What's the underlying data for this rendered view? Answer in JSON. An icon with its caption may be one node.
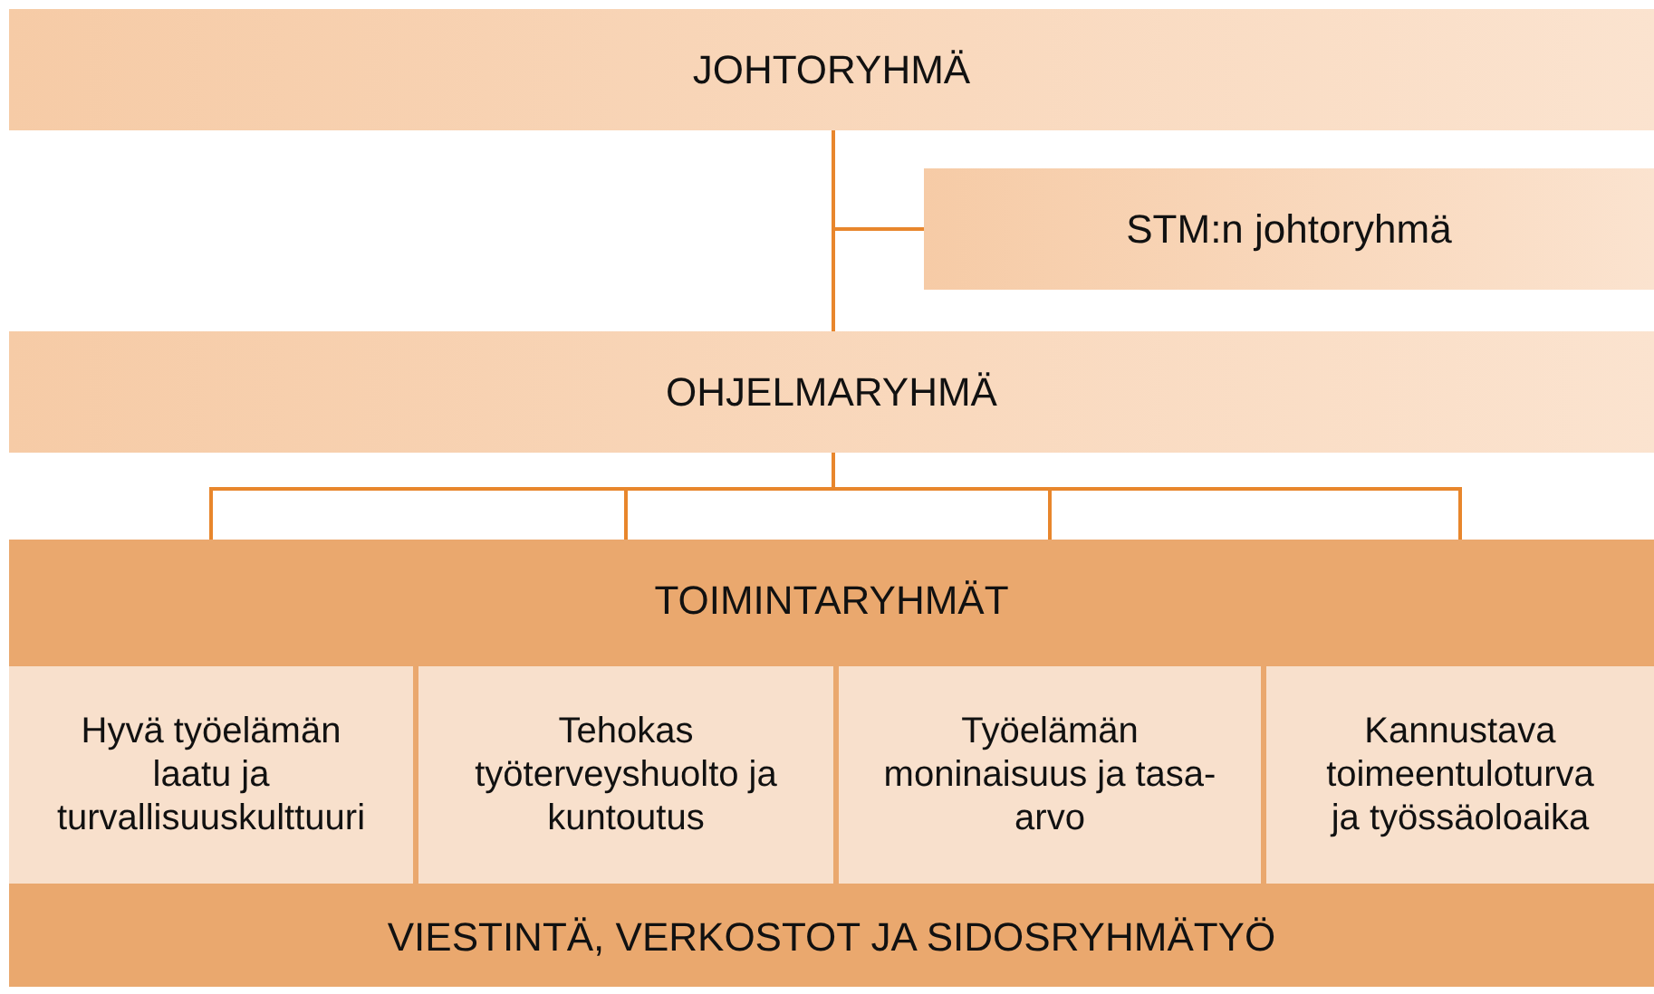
{
  "diagram": {
    "nodes": [
      {
        "text": [
          "JOHTORYHMÄ"
        ]
      },
      {
        "text": [
          "STM:n johtoryhmä"
        ]
      },
      {
        "text": [
          "OHJELMARYHMÄ"
        ]
      },
      {
        "text": [
          "TOIMINTARYHMÄT"
        ]
      },
      {
        "text": [
          "Hyvä työelämän laatu ja turvallisuuskulttuuri"
        ],
        "in": 3
      },
      {
        "text": [
          "Tehokas työterveyshuolto ja kuntoutus"
        ],
        "in": 3
      },
      {
        "text": [
          "Työelämän moninaisuus ja tasa-arvo"
        ],
        "in": 3
      },
      {
        "text": [
          "Kannustava toimeentuloturva ja työssäoloaika"
        ],
        "in": 3
      },
      {
        "text": [
          "VIESTINTÄ, VERKOSTOT JA SIDOSRYHMÄTYÖ"
        ]
      }
    ],
    "edges": [
      {
        "from": 0,
        "to": 2,
        "arrow": "none"
      },
      {
        "from": 0,
        "to": 1,
        "arrow": "none"
      },
      {
        "from": 2,
        "to": 4,
        "arrow": "none"
      },
      {
        "from": 2,
        "to": 5,
        "arrow": "none"
      },
      {
        "from": 2,
        "to": 6,
        "arrow": "none"
      },
      {
        "from": 2,
        "to": 7,
        "arrow": "none"
      }
    ]
  }
}
